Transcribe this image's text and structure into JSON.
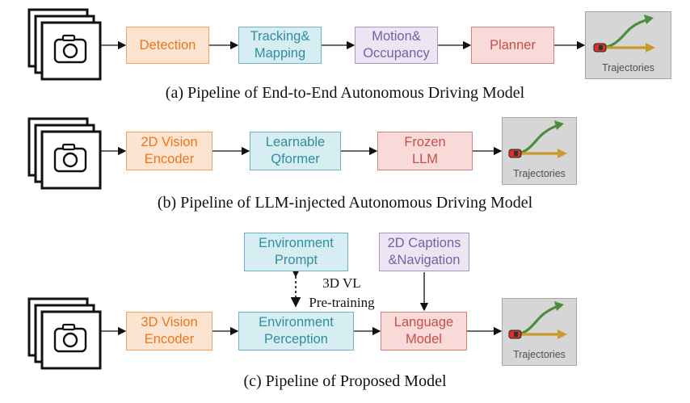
{
  "rows": [
    {
      "boxes": [
        "Detection",
        "Tracking&\nMapping",
        "Motion&\nOccupancy",
        "Planner"
      ],
      "output": "Trajectories",
      "caption": "(a) Pipeline of End-to-End Autonomous Driving Model"
    },
    {
      "boxes": [
        "2D Vision\nEncoder",
        "Learnable\nQformer",
        "Frozen\nLLM"
      ],
      "output": "Trajectories",
      "caption": "(b) Pipeline of LLM-injected Autonomous Driving Model"
    },
    {
      "boxes": [
        "3D Vision\nEncoder",
        "Environment\nPerception",
        "Language\nModel"
      ],
      "top_boxes": [
        "Environment\nPrompt",
        "2D Captions\n&Navigation"
      ],
      "pretrain_label": "3D VL\nPre-training",
      "output": "Trajectories",
      "caption": "(c) Pipeline of Proposed Model"
    }
  ],
  "colors": {
    "orange": "#e8781e",
    "teal": "#2f8ea0",
    "purple": "#7a5ca8",
    "red": "#c64f48",
    "traj_green": "#4a8f3a",
    "traj_gold": "#c99a2e",
    "car_red": "#d9342b"
  },
  "icons": [
    "camera-stack-icon",
    "car-icon",
    "trajectory-arrows-icon"
  ]
}
